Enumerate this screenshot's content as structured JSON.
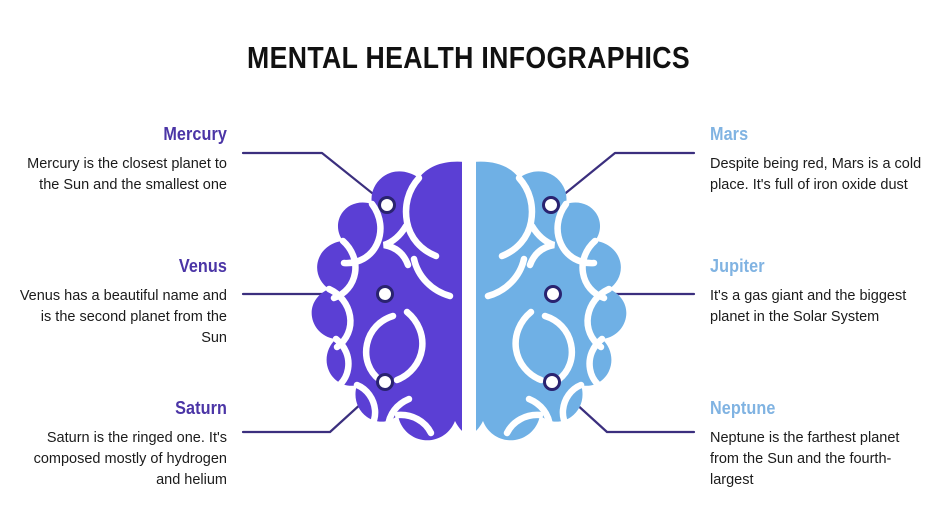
{
  "slide": {
    "title": "MENTAL HEALTH INFOGRAPHICS",
    "background_color": "#ffffff"
  },
  "theme": {
    "title_color": "#111111",
    "left_accent": "#4b35a6",
    "right_accent": "#80b3e2",
    "brain_left_fill": "#5b3fd4",
    "brain_right_fill": "#6fb0e5",
    "brain_groove": "#ffffff",
    "connector_line": "#3b2f7e",
    "connector_dot_fill": "#ffffff",
    "connector_dot_stroke": "#2a2370",
    "body_text_color": "#1b1b1b"
  },
  "items": {
    "left": [
      {
        "title": "Mercury",
        "body": "Mercury is the closest planet to the Sun and the smallest one",
        "icon": "connector-dot-icon"
      },
      {
        "title": "Venus",
        "body": "Venus has a beautiful name and is the second planet from the Sun",
        "icon": "connector-dot-icon"
      },
      {
        "title": "Saturn",
        "body": "Saturn is the ringed one. It's composed mostly of hydrogen and helium",
        "icon": "connector-dot-icon"
      }
    ],
    "right": [
      {
        "title": "Mars",
        "body": "Despite being red, Mars is a cold place. It's full of iron oxide dust",
        "icon": "connector-dot-icon"
      },
      {
        "title": "Jupiter",
        "body": "It's a gas giant and the biggest planet in the Solar System",
        "icon": "connector-dot-icon"
      },
      {
        "title": "Neptune",
        "body": "Neptune is the farthest planet from the Sun and the fourth-largest",
        "icon": "connector-dot-icon"
      }
    ]
  },
  "graphic": {
    "name": "brain-illustration",
    "description": "Split human brain, left hemisphere purple and right hemisphere blue, with six callout connector lines"
  }
}
